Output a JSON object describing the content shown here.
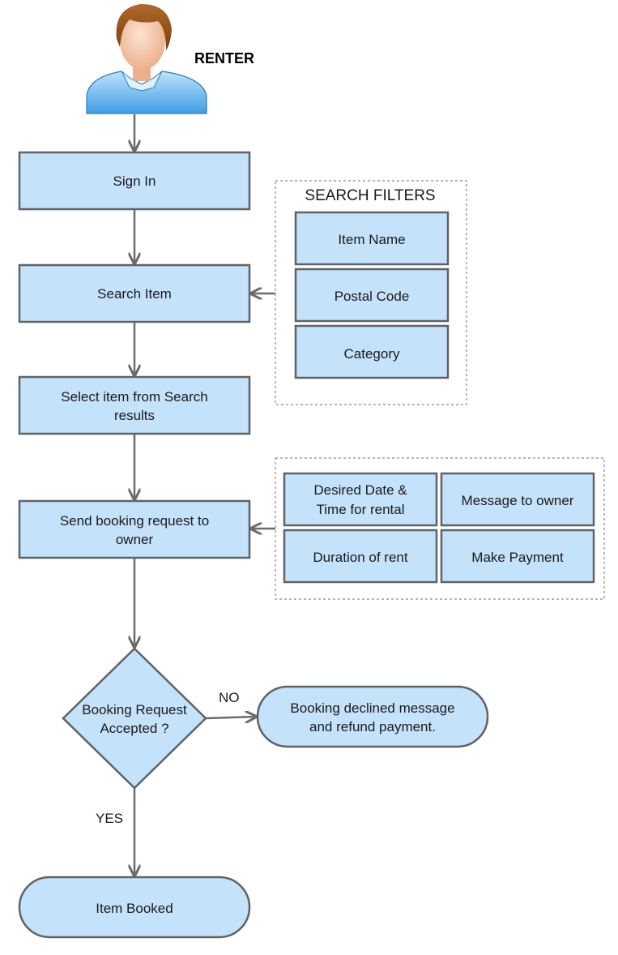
{
  "diagram": {
    "actor": {
      "label": "RENTER",
      "icon": "user-avatar-icon"
    },
    "steps": {
      "sign_in": "Sign In",
      "search_item": "Search Item",
      "select_item": [
        "Select item from Search",
        "results"
      ],
      "send_request": [
        "Send booking request to",
        "owner"
      ],
      "decision": [
        "Booking Request",
        "Accepted ?"
      ],
      "declined": [
        "Booking declined message",
        "and refund payment."
      ],
      "booked": "Item Booked"
    },
    "search_filters": {
      "title": "SEARCH FILTERS",
      "items": [
        "Item Name",
        "Postal Code",
        "Category"
      ]
    },
    "booking_details": {
      "desired_date": [
        "Desired Date &",
        "Time for rental"
      ],
      "message": "Message to owner",
      "duration": "Duration of rent",
      "payment": "Make Payment"
    },
    "edge_labels": {
      "no": "NO",
      "yes": "YES"
    },
    "colors": {
      "node_fill": "#c5e2fb",
      "node_stroke": "#5f6266",
      "edge": "#6b6b6b"
    }
  }
}
